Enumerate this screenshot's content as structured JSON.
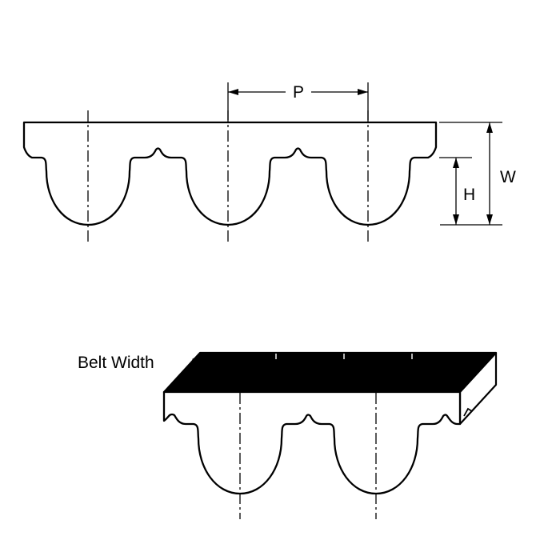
{
  "diagram": {
    "type": "technical-drawing",
    "subject": "timing-belt-tooth-profile",
    "colors": {
      "line": "#000000",
      "fill": "#ffffff",
      "surface": "#000000",
      "background": "#ffffff",
      "tick": "#f0f0f0"
    },
    "top_view": {
      "pitch_label": "P",
      "width_label": "W",
      "height_label": "H"
    },
    "isometric_view": {
      "belt_width_label": "Belt Width"
    }
  }
}
